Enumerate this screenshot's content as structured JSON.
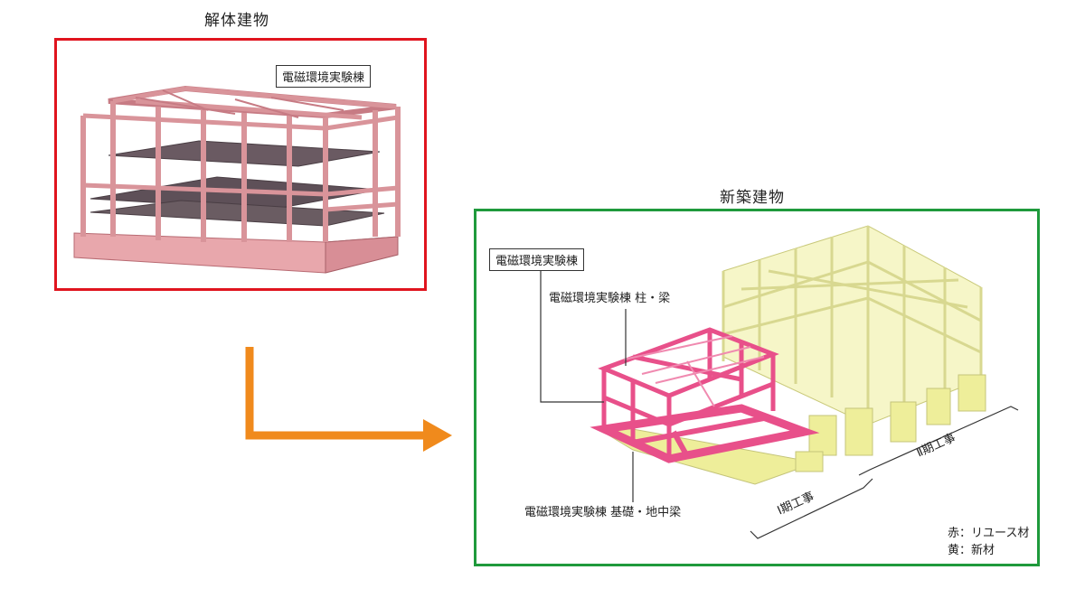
{
  "before": {
    "title": "解体建物",
    "building_label": "電磁環境実験棟"
  },
  "after": {
    "title": "新築建物",
    "building_label": "電磁環境実験棟",
    "callout_columns_beams": "電磁環境実験棟 柱・梁",
    "callout_foundation": "電磁環境実験棟 基礎・地中梁",
    "phase1_label": "Ⅰ期工事",
    "phase2_label": "Ⅱ期工事",
    "legend_red": "赤：リユース材",
    "legend_yellow": "黄：新材"
  },
  "colors": {
    "old_frame_border": "#e0141e",
    "new_frame_border": "#1f9a3c",
    "arrow": "#f08a1c",
    "reuse_member": "#e8508a",
    "new_member": "#f2f2a0",
    "old_structure": "#d9949a"
  }
}
